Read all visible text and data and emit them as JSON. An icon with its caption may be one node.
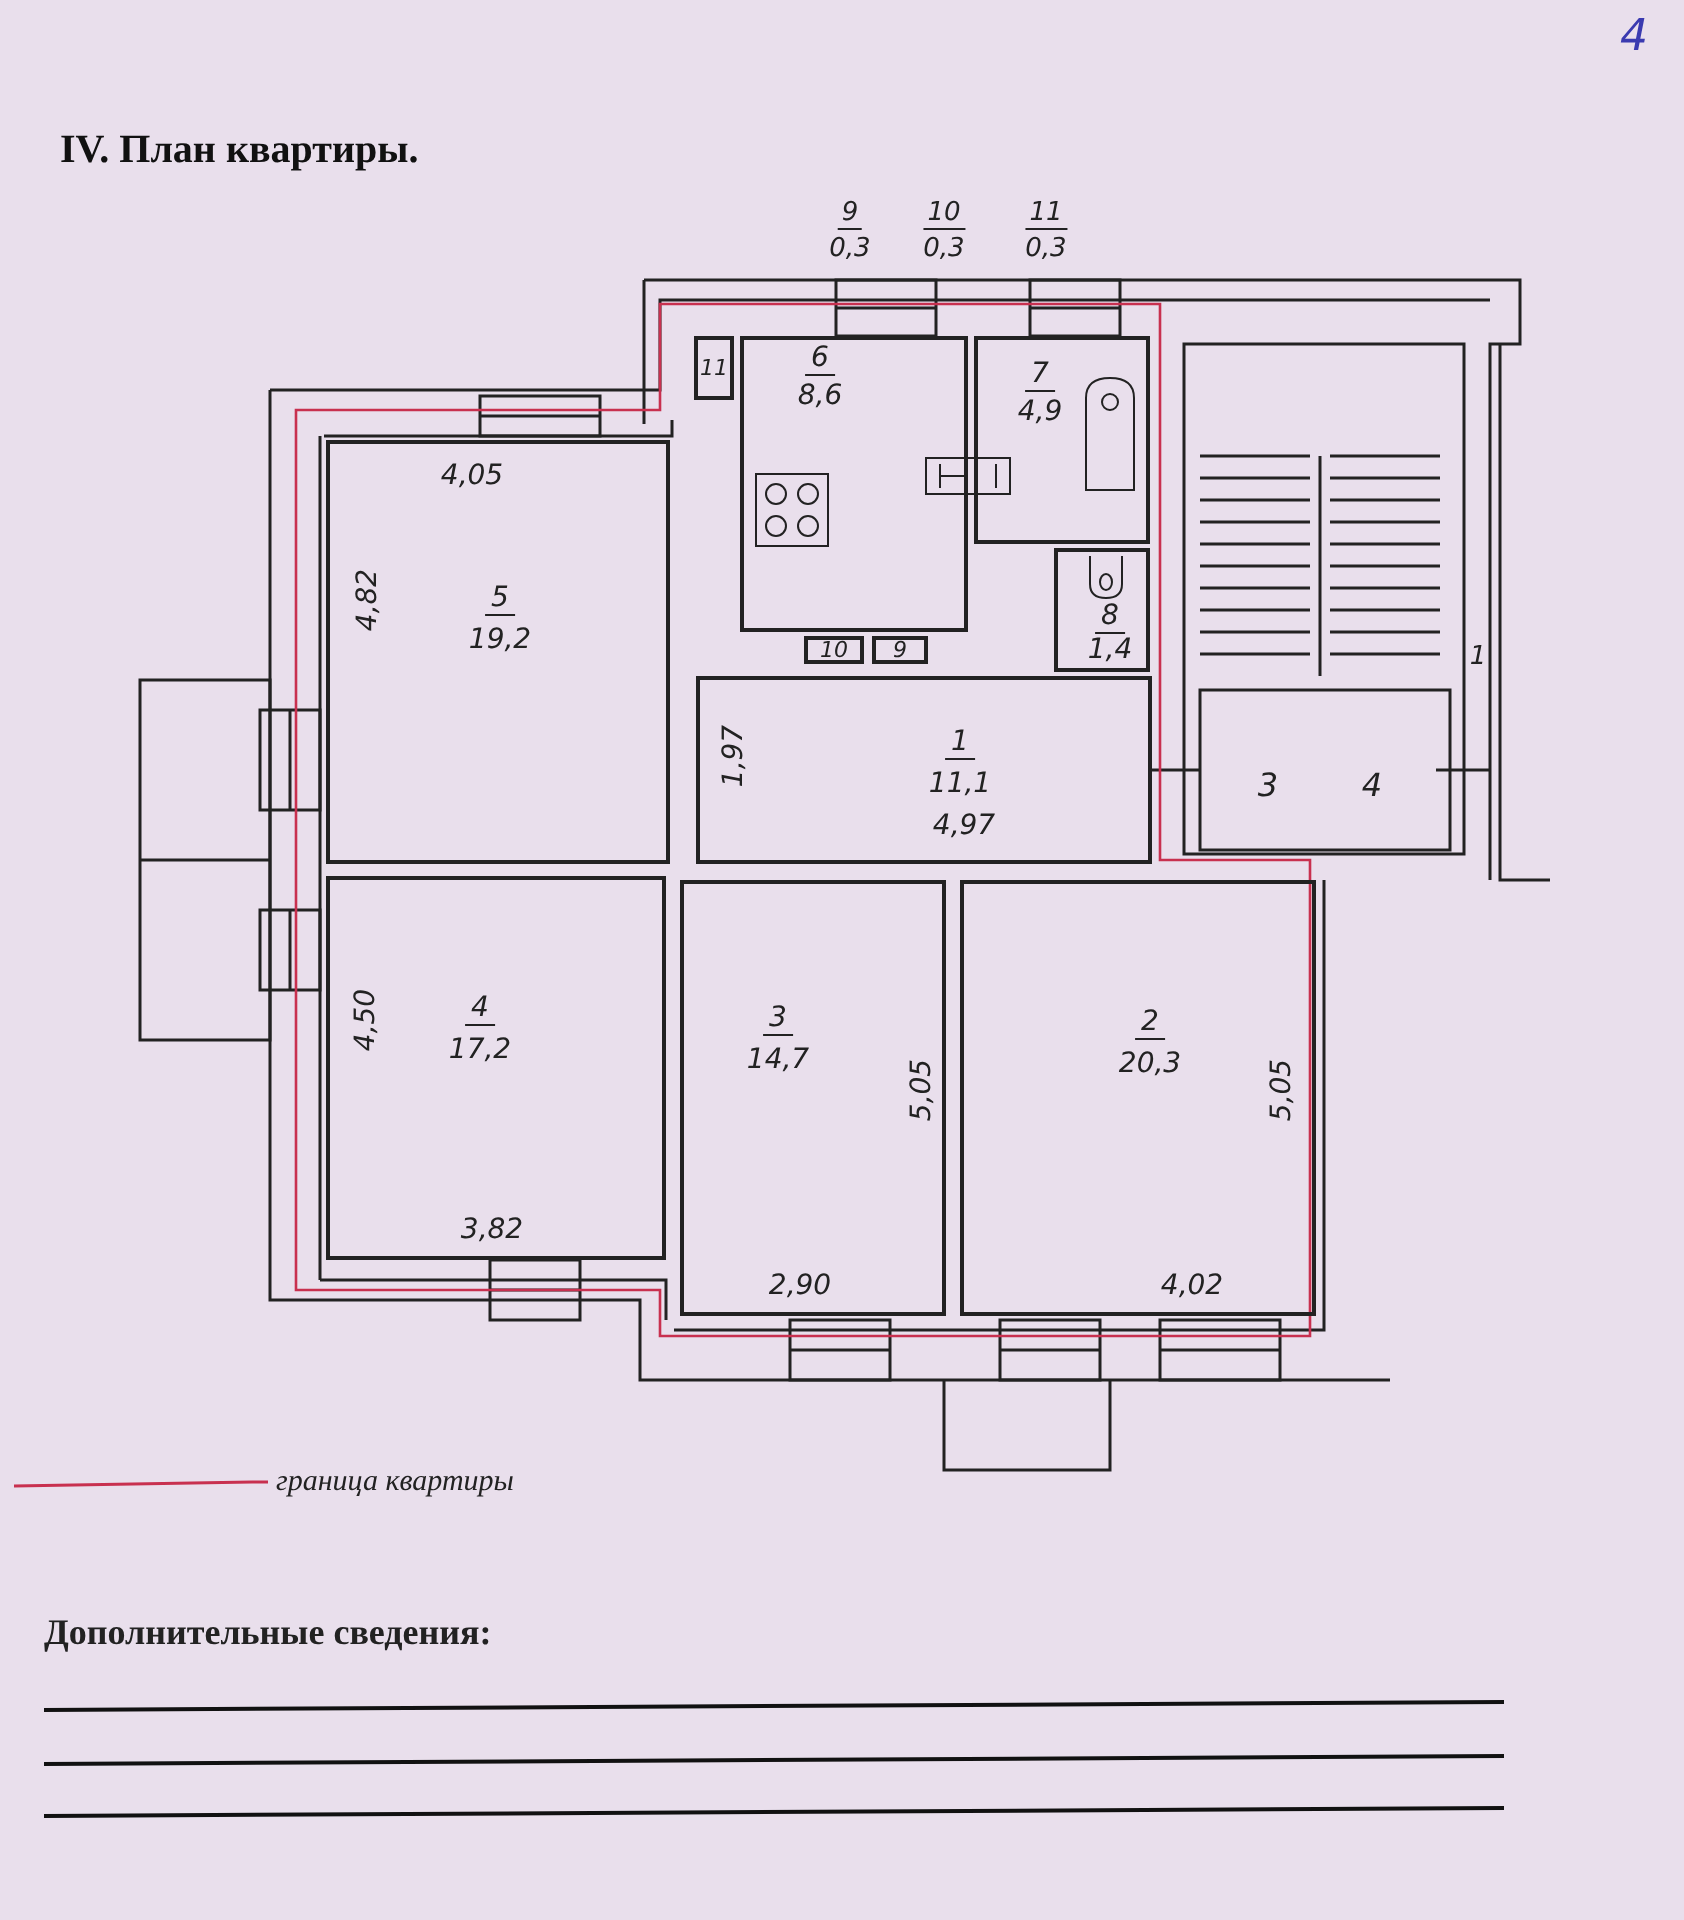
{
  "diagram": {
    "title": "IV. План квартиры.",
    "nodes": [
      {
        "text": [
          "6",
          "8,6"
        ]
      },
      {
        "text": [
          "7",
          "4,9"
        ]
      },
      {
        "text": [
          "11"
        ]
      },
      {
        "text": [
          "5",
          "19,2",
          "4,05",
          "4,82"
        ]
      },
      {
        "text": [
          "8",
          "1,4"
        ]
      },
      {
        "text": [
          "10"
        ]
      },
      {
        "text": [
          "9"
        ]
      },
      {
        "text": [
          "1",
          "11,1",
          "1,97",
          "4,97"
        ]
      },
      {
        "text": [
          "4",
          "17,2",
          "4,50",
          "3,82"
        ]
      },
      {
        "text": [
          "3",
          "14,7",
          "5,05",
          "2,90"
        ]
      },
      {
        "text": [
          "2",
          "20,3",
          "5,05",
          "4,02"
        ]
      }
    ],
    "labels": [
      "4",
      "9",
      "0,3",
      "10",
      "0,3",
      "11",
      "0,3",
      "1",
      "3",
      "4",
      "Дополнительные сведения:"
    ],
    "legend": [
      {
        "text": "граница квартиры"
      }
    ]
  }
}
